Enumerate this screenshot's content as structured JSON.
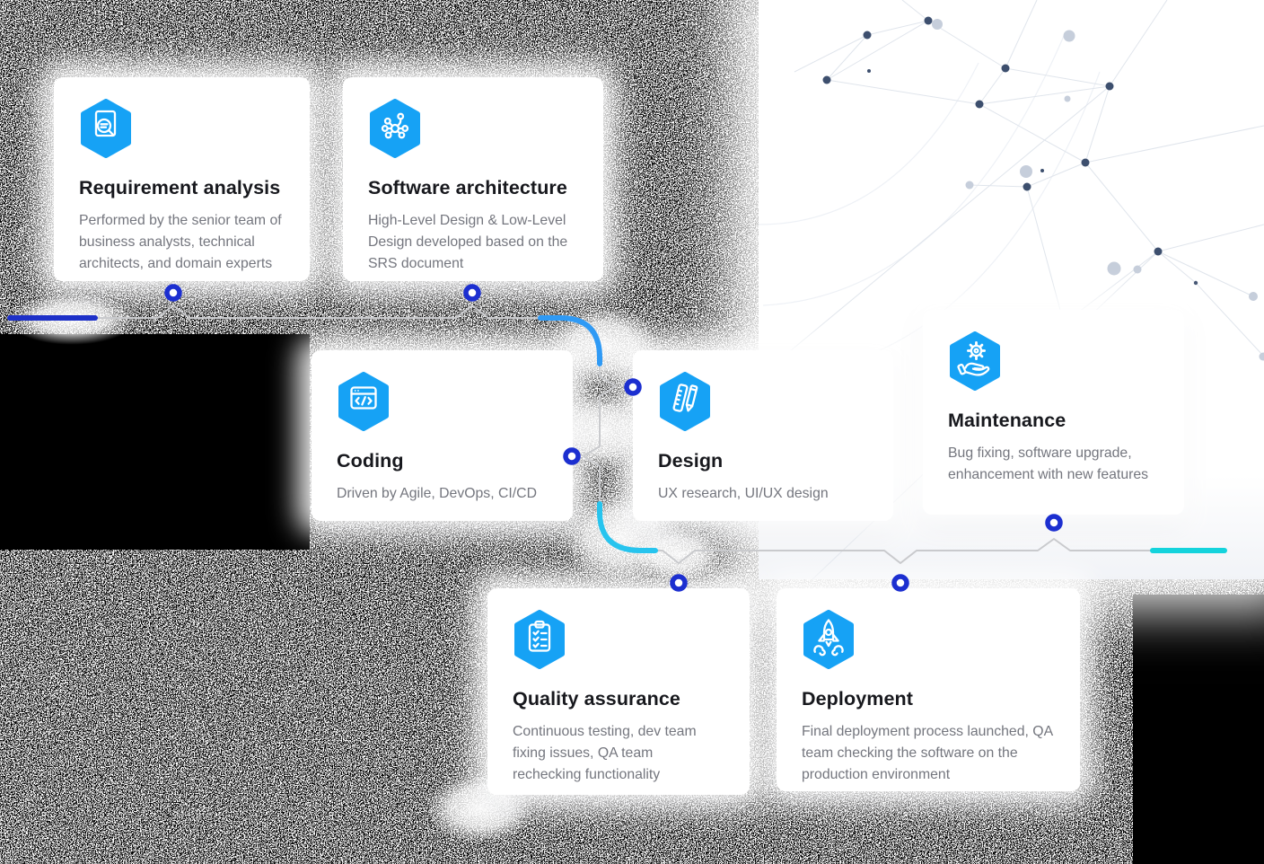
{
  "theme": {
    "hexagon": "#16a2f5",
    "node_ring": "#1c2fd0",
    "timeline": "#c9cacd",
    "segment_start": "#1d30c8",
    "curve_blue": "#2f9af5",
    "curve_cyan": "#27c4ee",
    "segment_end": "#14d3dc",
    "card_bg": "#ffffff",
    "title_color": "#17181d",
    "body_color": "#74767e",
    "plexus_dot_dark": "#3d4f6e",
    "plexus_dot_light": "#c6cedb",
    "plexus_line": "#e0e5ec"
  },
  "process": {
    "steps": [
      {
        "id": "requirement-analysis",
        "title": "Requirement analysis",
        "description": "Performed by the senior team of business analysts, technical architects, and domain experts",
        "icon": "document-search-icon"
      },
      {
        "id": "software-architecture",
        "title": "Software architecture",
        "description": "High-Level Design & Low-Level Design developed based on the SRS document",
        "icon": "network-nodes-icon"
      },
      {
        "id": "coding",
        "title": "Coding",
        "description": "Driven by Agile, DevOps, CI/CD",
        "icon": "code-window-icon"
      },
      {
        "id": "design",
        "title": "Design",
        "description": "UX research, UI/UX design",
        "icon": "ruler-pencil-icon"
      },
      {
        "id": "maintenance",
        "title": "Maintenance",
        "description": "Bug fixing, software upgrade, enhancement with new features",
        "icon": "gear-hand-icon"
      },
      {
        "id": "quality-assurance",
        "title": "Quality assurance",
        "description": "Continuous testing, dev team fixing issues, QA team rechecking functionality",
        "icon": "clipboard-checklist-icon"
      },
      {
        "id": "deployment",
        "title": "Deployment",
        "description": "Final deployment process launched, QA team checking the software on the production environment",
        "icon": "rocket-icon"
      }
    ]
  }
}
